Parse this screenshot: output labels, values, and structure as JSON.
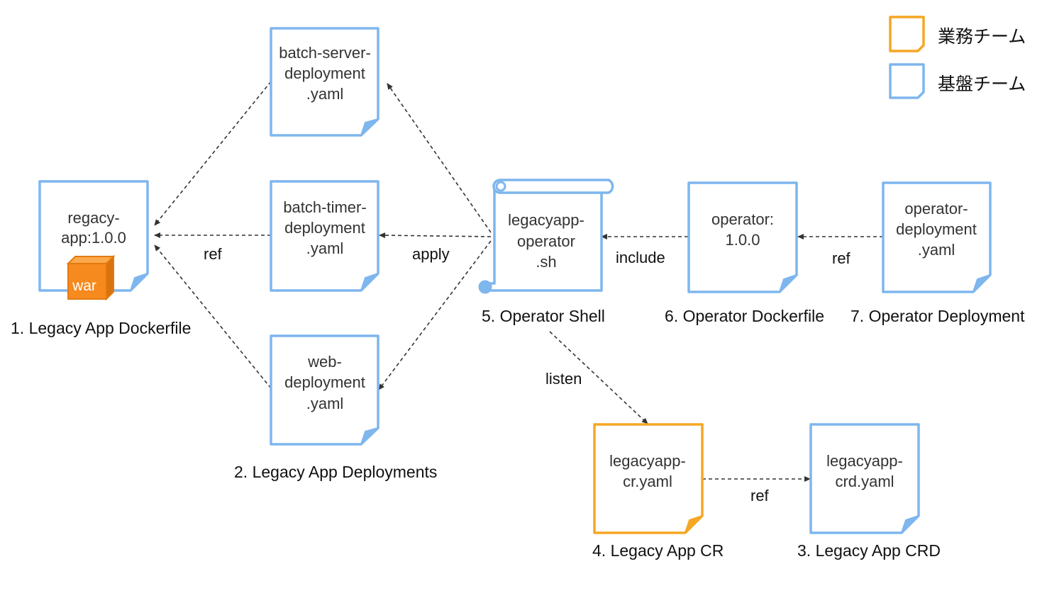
{
  "colors": {
    "business": "#f5a623",
    "platform": "#7eb6ee",
    "war_fill": "#f68a1e",
    "war_side": "#d9730d"
  },
  "legend": [
    {
      "label": "業務チーム",
      "color": "#f5a623"
    },
    {
      "label": "基盤チーム",
      "color": "#7eb6ee"
    }
  ],
  "nodes": {
    "dockerfile": {
      "lines": [
        "regacy-",
        "app:1.0.0"
      ],
      "badge": "war"
    },
    "batch_server": {
      "lines": [
        "batch-server-",
        "deployment",
        ".yaml"
      ]
    },
    "batch_timer": {
      "lines": [
        "batch-timer-",
        "deployment",
        ".yaml"
      ]
    },
    "web": {
      "lines": [
        "web-",
        "deployment",
        ".yaml"
      ]
    },
    "operator_sh": {
      "lines": [
        "legacyapp-",
        "operator",
        ".sh"
      ]
    },
    "operator_image": {
      "lines": [
        "operator:",
        "1.0.0"
      ]
    },
    "operator_deploy": {
      "lines": [
        "operator-",
        "deployment",
        ".yaml"
      ]
    },
    "cr": {
      "lines": [
        "legacyapp-",
        "cr.yaml"
      ]
    },
    "crd": {
      "lines": [
        "legacyapp-",
        "crd.yaml"
      ]
    }
  },
  "captions": {
    "c1": "1. Legacy App Dockerfile",
    "c2": "2. Legacy App Deployments",
    "c3": "3. Legacy App CRD",
    "c4": "4. Legacy App CR",
    "c5": "5. Operator Shell",
    "c6": "6. Operator Dockerfile",
    "c7": "7. Operator Deployment"
  },
  "edge_labels": {
    "ref1": "ref",
    "apply": "apply",
    "include": "include",
    "ref2": "ref",
    "listen": "listen",
    "ref3": "ref"
  }
}
